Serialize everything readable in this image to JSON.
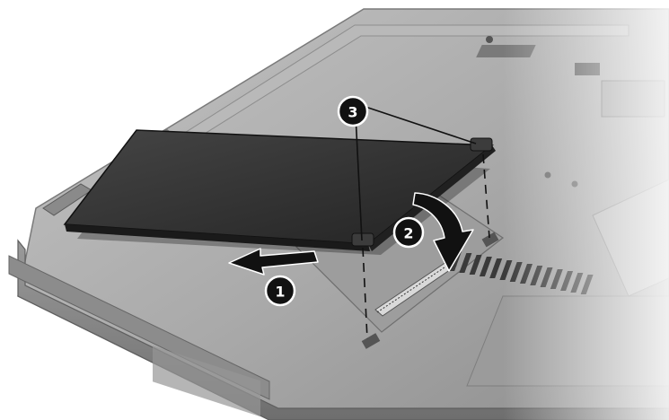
{
  "callouts": [
    {
      "id": "c1",
      "label": "1"
    },
    {
      "id": "c2",
      "label": "2"
    },
    {
      "id": "c3",
      "label": "3"
    }
  ],
  "colors": {
    "background": "#ffffff",
    "laptop_body": "#a2a2a2",
    "laptop_top": "#b5b5b5",
    "laptop_edge": "#6a6a6a",
    "cover": "#2f2f2f",
    "cover_edge": "#1a1a1a",
    "callout_fill": "#111111",
    "callout_ring": "#ffffff",
    "arrow_fill": "#111111",
    "arrow_outline": "#ffffff"
  },
  "icons": [
    "laptop-bottom-illustration",
    "service-cover-icon",
    "slide-arrow-icon",
    "rotate-arrow-icon"
  ]
}
